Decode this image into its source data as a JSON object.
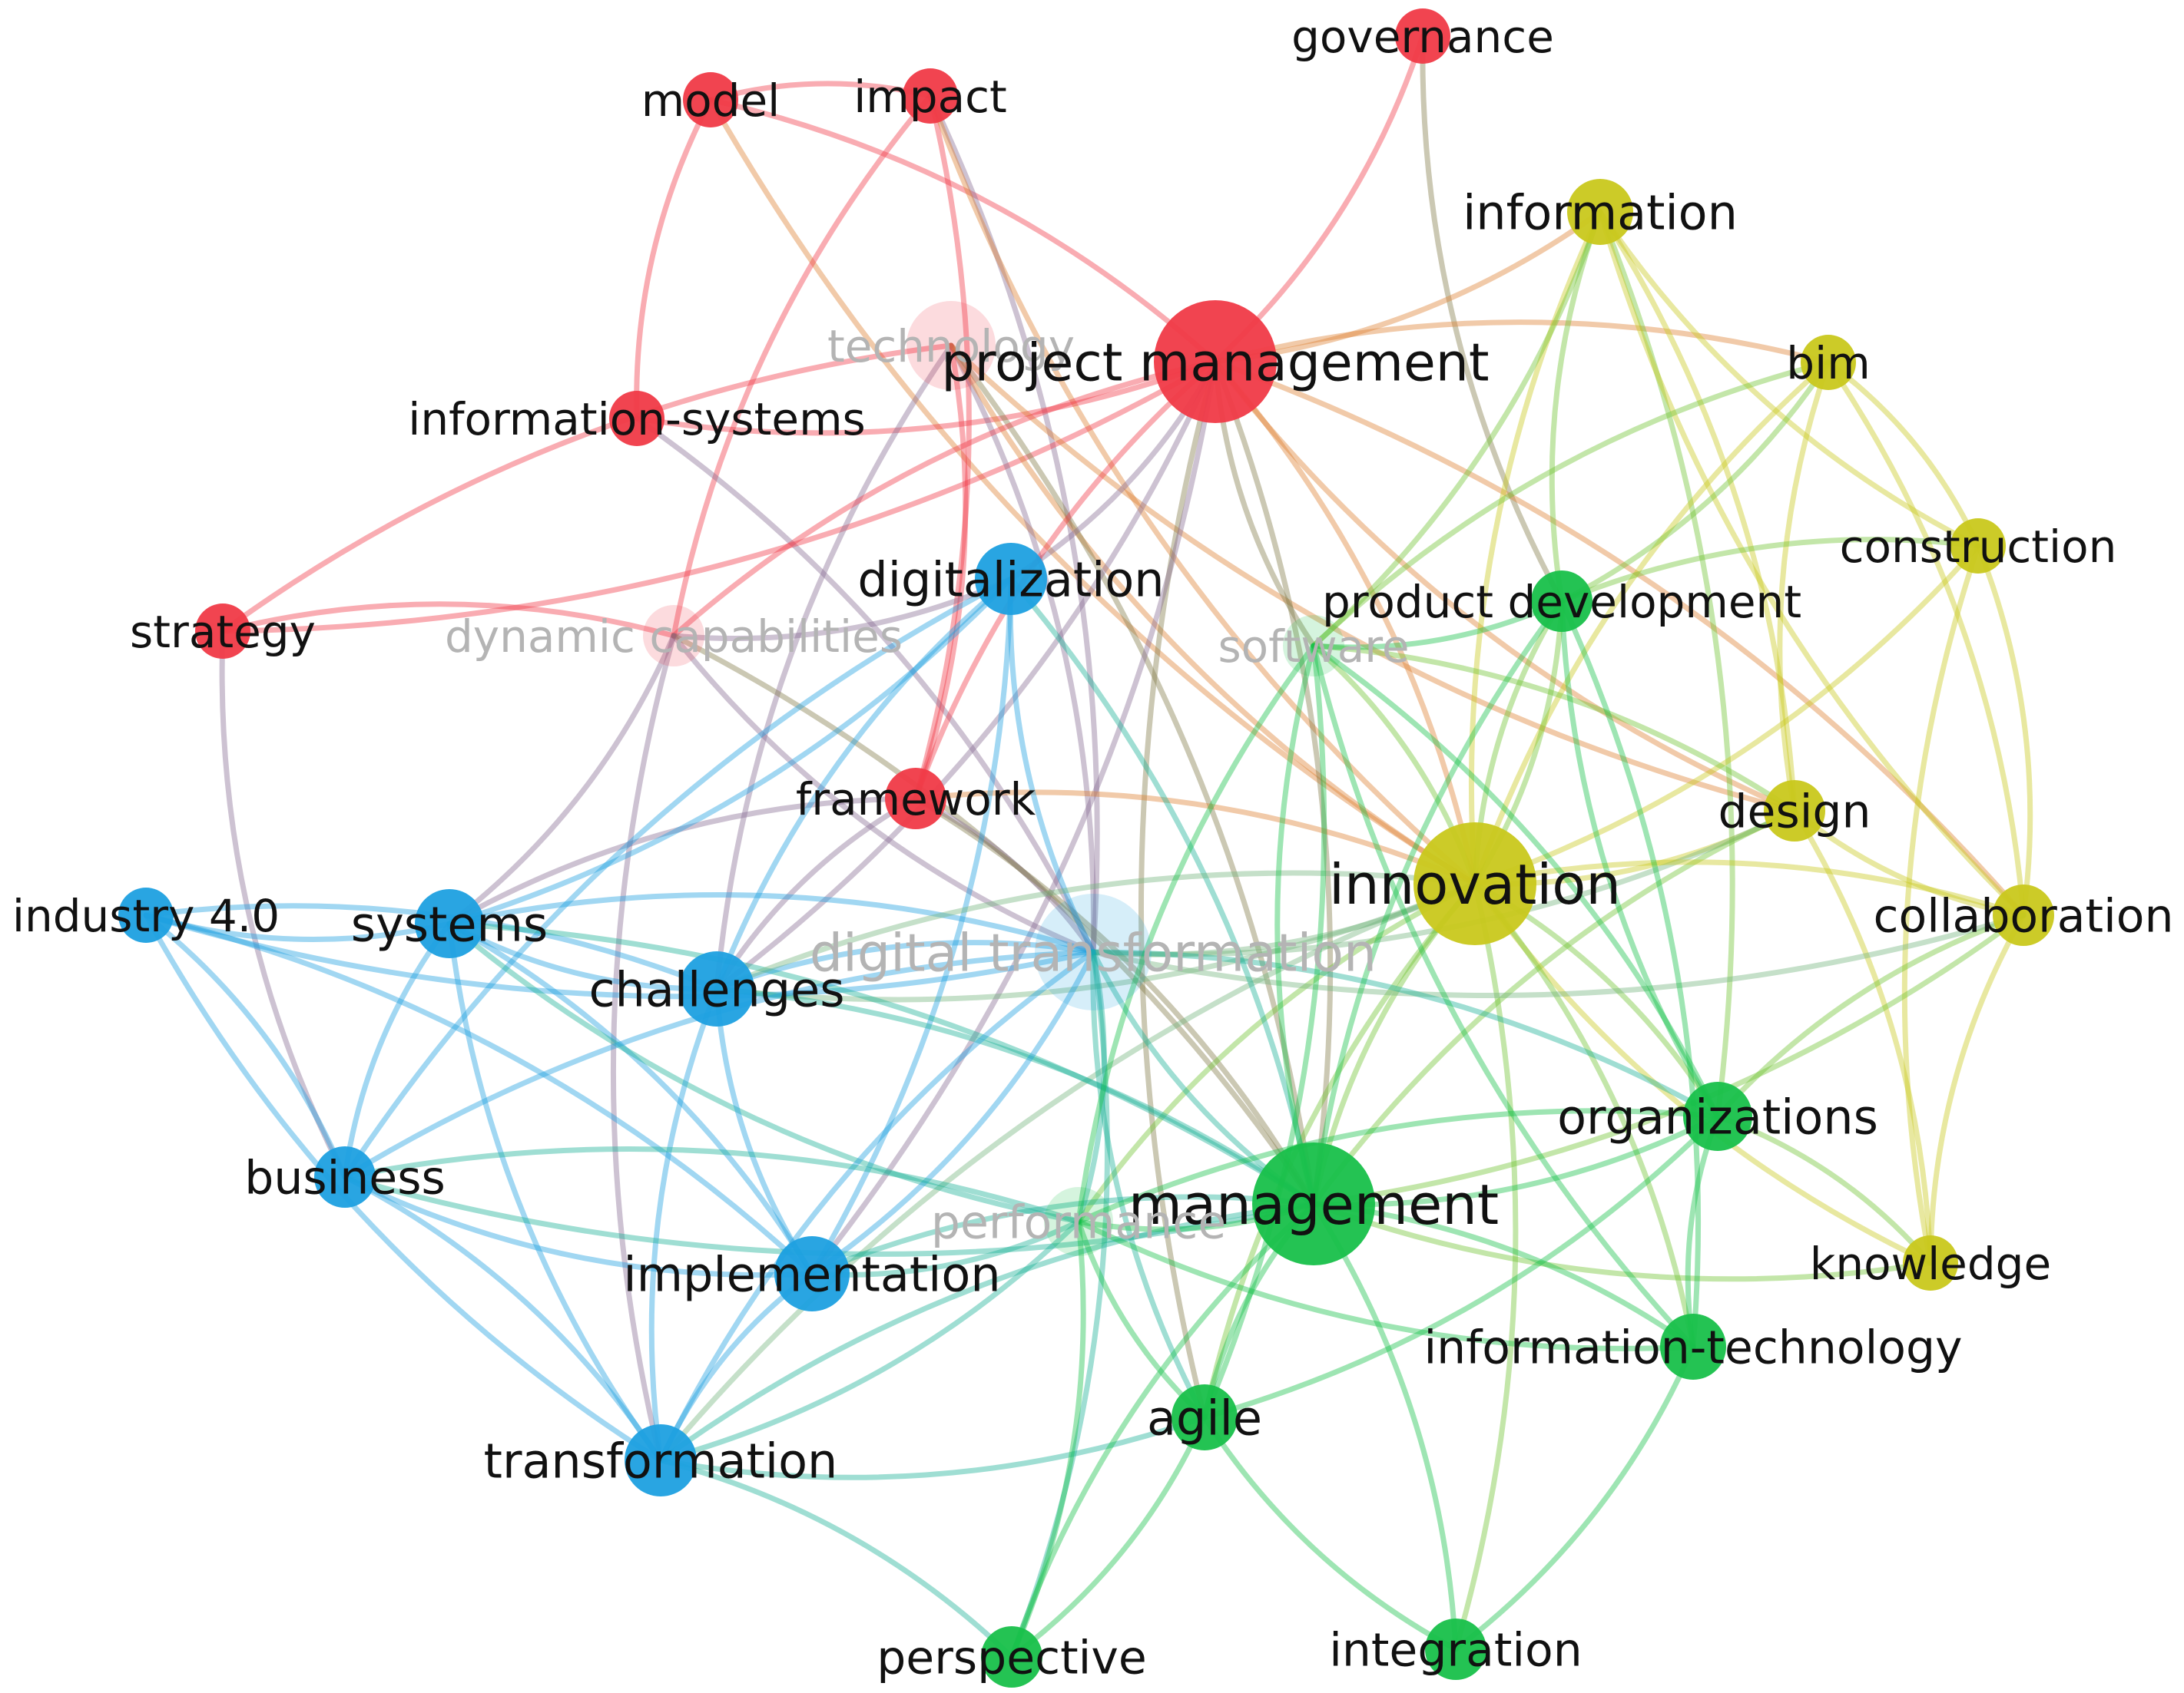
{
  "colors": {
    "red": "#f03a47",
    "blue": "#1ea0e0",
    "green": "#18c04a",
    "yellow": "#c9c81c",
    "faded_label": "#b4b4b4",
    "label": "#111111",
    "background": "#ffffff"
  },
  "nodes": [
    {
      "id": "governance",
      "label": "governance",
      "cluster": "red",
      "weight": 1
    },
    {
      "id": "model",
      "label": "model",
      "cluster": "red",
      "weight": 1
    },
    {
      "id": "impact",
      "label": "impact",
      "cluster": "red",
      "weight": 1
    },
    {
      "id": "technology",
      "label": "technology",
      "cluster": "red",
      "weight": 2,
      "faded": true
    },
    {
      "id": "project_management",
      "label": "project management",
      "cluster": "red",
      "weight": 3
    },
    {
      "id": "information_systems",
      "label": "information-systems",
      "cluster": "red",
      "weight": 1
    },
    {
      "id": "strategy",
      "label": "strategy",
      "cluster": "red",
      "weight": 1
    },
    {
      "id": "dynamic_capabilities",
      "label": "dynamic capabilities",
      "cluster": "red",
      "weight": 1.2,
      "faded": true
    },
    {
      "id": "framework",
      "label": "framework",
      "cluster": "red",
      "weight": 1.2
    },
    {
      "id": "information",
      "label": "information",
      "cluster": "yellow",
      "weight": 1.3
    },
    {
      "id": "bim",
      "label": "bim",
      "cluster": "yellow",
      "weight": 1
    },
    {
      "id": "construction",
      "label": "construction",
      "cluster": "yellow",
      "weight": 1
    },
    {
      "id": "design",
      "label": "design",
      "cluster": "yellow",
      "weight": 1.2
    },
    {
      "id": "innovation",
      "label": "innovation",
      "cluster": "yellow",
      "weight": 3
    },
    {
      "id": "collaboration",
      "label": "collaboration",
      "cluster": "yellow",
      "weight": 1.2
    },
    {
      "id": "knowledge",
      "label": "knowledge",
      "cluster": "yellow",
      "weight": 1
    },
    {
      "id": "digitalization",
      "label": "digitalization",
      "cluster": "blue",
      "weight": 1.5
    },
    {
      "id": "industry_4_0",
      "label": "industry 4.0",
      "cluster": "blue",
      "weight": 1
    },
    {
      "id": "systems",
      "label": "systems",
      "cluster": "blue",
      "weight": 1.4
    },
    {
      "id": "challenges",
      "label": "challenges",
      "cluster": "blue",
      "weight": 1.6
    },
    {
      "id": "digital_transformation",
      "label": "digital transformation",
      "cluster": "blue",
      "weight": 2.8,
      "faded": true
    },
    {
      "id": "business",
      "label": "business",
      "cluster": "blue",
      "weight": 1.2
    },
    {
      "id": "implementation",
      "label": "implementation",
      "cluster": "blue",
      "weight": 1.6
    },
    {
      "id": "transformation",
      "label": "transformation",
      "cluster": "blue",
      "weight": 1.5
    },
    {
      "id": "product_development",
      "label": "product development",
      "cluster": "green",
      "weight": 1.2
    },
    {
      "id": "software",
      "label": "software",
      "cluster": "green",
      "weight": 1.2,
      "faded": true
    },
    {
      "id": "organizations",
      "label": "organizations",
      "cluster": "green",
      "weight": 1.4
    },
    {
      "id": "management",
      "label": "management",
      "cluster": "green",
      "weight": 3
    },
    {
      "id": "performance",
      "label": "performance",
      "cluster": "green",
      "weight": 1.4,
      "faded": true
    },
    {
      "id": "information_technology",
      "label": "information-technology",
      "cluster": "green",
      "weight": 1.3
    },
    {
      "id": "agile",
      "label": "agile",
      "cluster": "green",
      "weight": 1.3
    },
    {
      "id": "perspective",
      "label": "perspective",
      "cluster": "green",
      "weight": 1.2
    },
    {
      "id": "integration",
      "label": "integration",
      "cluster": "green",
      "weight": 1.2
    }
  ],
  "edges": [
    [
      "model",
      "impact"
    ],
    [
      "model",
      "information_systems"
    ],
    [
      "model",
      "project_management"
    ],
    [
      "model",
      "innovation"
    ],
    [
      "impact",
      "framework"
    ],
    [
      "impact",
      "dynamic_capabilities"
    ],
    [
      "impact",
      "digital_transformation"
    ],
    [
      "impact",
      "innovation"
    ],
    [
      "governance",
      "project_management"
    ],
    [
      "governance",
      "product_development"
    ],
    [
      "information_systems",
      "digital_transformation"
    ],
    [
      "information_systems",
      "project_management"
    ],
    [
      "strategy",
      "dynamic_capabilities"
    ],
    [
      "strategy",
      "project_management"
    ],
    [
      "strategy",
      "technology"
    ],
    [
      "strategy",
      "business"
    ],
    [
      "technology",
      "digital_transformation"
    ],
    [
      "technology",
      "innovation"
    ],
    [
      "technology",
      "management"
    ],
    [
      "technology",
      "challenges"
    ],
    [
      "technology",
      "framework"
    ],
    [
      "technology",
      "design"
    ],
    [
      "project_management",
      "innovation"
    ],
    [
      "project_management",
      "information"
    ],
    [
      "project_management",
      "bim"
    ],
    [
      "project_management",
      "dynamic_capabilities"
    ],
    [
      "project_management",
      "digitalization"
    ],
    [
      "project_management",
      "software"
    ],
    [
      "project_management",
      "management"
    ],
    [
      "project_management",
      "framework"
    ],
    [
      "project_management",
      "challenges"
    ],
    [
      "project_management",
      "design"
    ],
    [
      "project_management",
      "collaboration"
    ],
    [
      "project_management",
      "agile"
    ],
    [
      "project_management",
      "implementation"
    ],
    [
      "dynamic_capabilities",
      "digital_transformation"
    ],
    [
      "dynamic_capabilities",
      "systems"
    ],
    [
      "dynamic_capabilities",
      "digitalization"
    ],
    [
      "dynamic_capabilities",
      "management"
    ],
    [
      "dynamic_capabilities",
      "transformation"
    ],
    [
      "framework",
      "digital_transformation"
    ],
    [
      "framework",
      "systems"
    ],
    [
      "framework",
      "management"
    ],
    [
      "framework",
      "challenges"
    ],
    [
      "framework",
      "innovation"
    ],
    [
      "information",
      "innovation"
    ],
    [
      "information",
      "design"
    ],
    [
      "information",
      "construction"
    ],
    [
      "information",
      "software"
    ],
    [
      "information",
      "product_development"
    ],
    [
      "information",
      "organizations"
    ],
    [
      "information",
      "collaboration"
    ],
    [
      "bim",
      "construction"
    ],
    [
      "bim",
      "innovation"
    ],
    [
      "bim",
      "collaboration"
    ],
    [
      "bim",
      "design"
    ],
    [
      "bim",
      "product_development"
    ],
    [
      "bim",
      "software"
    ],
    [
      "construction",
      "innovation"
    ],
    [
      "construction",
      "knowledge"
    ],
    [
      "construction",
      "collaboration"
    ],
    [
      "construction",
      "product_development"
    ],
    [
      "design",
      "innovation"
    ],
    [
      "design",
      "collaboration"
    ],
    [
      "design",
      "knowledge"
    ],
    [
      "design",
      "management"
    ],
    [
      "design",
      "digital_transformation"
    ],
    [
      "design",
      "software"
    ],
    [
      "innovation",
      "collaboration"
    ],
    [
      "innovation",
      "management"
    ],
    [
      "innovation",
      "organizations"
    ],
    [
      "innovation",
      "knowledge"
    ],
    [
      "innovation",
      "digital_transformation"
    ],
    [
      "innovation",
      "agile"
    ],
    [
      "innovation",
      "challenges"
    ],
    [
      "innovation",
      "performance"
    ],
    [
      "innovation",
      "information_technology"
    ],
    [
      "innovation",
      "software"
    ],
    [
      "innovation",
      "product_development"
    ],
    [
      "innovation",
      "transformation"
    ],
    [
      "innovation",
      "integration"
    ],
    [
      "collaboration",
      "organizations"
    ],
    [
      "collaboration",
      "management"
    ],
    [
      "collaboration",
      "knowledge"
    ],
    [
      "collaboration",
      "digital_transformation"
    ],
    [
      "knowledge",
      "organizations"
    ],
    [
      "knowledge",
      "management"
    ],
    [
      "digitalization",
      "challenges"
    ],
    [
      "digitalization",
      "systems"
    ],
    [
      "digitalization",
      "digital_transformation"
    ],
    [
      "digitalization",
      "implementation"
    ],
    [
      "digitalization",
      "business"
    ],
    [
      "digitalization",
      "management"
    ],
    [
      "industry_4_0",
      "systems"
    ],
    [
      "industry_4_0",
      "challenges"
    ],
    [
      "industry_4_0",
      "digital_transformation"
    ],
    [
      "industry_4_0",
      "business"
    ],
    [
      "industry_4_0",
      "transformation"
    ],
    [
      "industry_4_0",
      "implementation"
    ],
    [
      "systems",
      "challenges"
    ],
    [
      "systems",
      "digital_transformation"
    ],
    [
      "systems",
      "business"
    ],
    [
      "systems",
      "implementation"
    ],
    [
      "systems",
      "transformation"
    ],
    [
      "systems",
      "management"
    ],
    [
      "systems",
      "performance"
    ],
    [
      "challenges",
      "digital_transformation"
    ],
    [
      "challenges",
      "implementation"
    ],
    [
      "challenges",
      "management"
    ],
    [
      "challenges",
      "transformation"
    ],
    [
      "challenges",
      "innovation"
    ],
    [
      "digital_transformation",
      "management"
    ],
    [
      "digital_transformation",
      "implementation"
    ],
    [
      "digital_transformation",
      "transformation"
    ],
    [
      "digital_transformation",
      "performance"
    ],
    [
      "digital_transformation",
      "agile"
    ],
    [
      "digital_transformation",
      "organizations"
    ],
    [
      "digital_transformation",
      "business"
    ],
    [
      "digital_transformation",
      "perspective"
    ],
    [
      "business",
      "implementation"
    ],
    [
      "business",
      "transformation"
    ],
    [
      "business",
      "management"
    ],
    [
      "business",
      "performance"
    ],
    [
      "implementation",
      "transformation"
    ],
    [
      "implementation",
      "management"
    ],
    [
      "implementation",
      "performance"
    ],
    [
      "transformation",
      "management"
    ],
    [
      "transformation",
      "agile"
    ],
    [
      "transformation",
      "perspective"
    ],
    [
      "transformation",
      "performance"
    ],
    [
      "product_development",
      "software"
    ],
    [
      "product_development",
      "management"
    ],
    [
      "product_development",
      "information_technology"
    ],
    [
      "product_development",
      "organizations"
    ],
    [
      "product_development",
      "innovation"
    ],
    [
      "software",
      "management"
    ],
    [
      "software",
      "agile"
    ],
    [
      "software",
      "performance"
    ],
    [
      "software",
      "organizations"
    ],
    [
      "software",
      "information_technology"
    ],
    [
      "organizations",
      "management"
    ],
    [
      "organizations",
      "information_technology"
    ],
    [
      "organizations",
      "agile"
    ],
    [
      "organizations",
      "performance"
    ],
    [
      "management",
      "performance"
    ],
    [
      "management",
      "agile"
    ],
    [
      "management",
      "information_technology"
    ],
    [
      "management",
      "perspective"
    ],
    [
      "management",
      "integration"
    ],
    [
      "performance",
      "agile"
    ],
    [
      "performance",
      "perspective"
    ],
    [
      "performance",
      "information_technology"
    ],
    [
      "agile",
      "perspective"
    ],
    [
      "agile",
      "integration"
    ],
    [
      "information_technology",
      "integration"
    ]
  ]
}
